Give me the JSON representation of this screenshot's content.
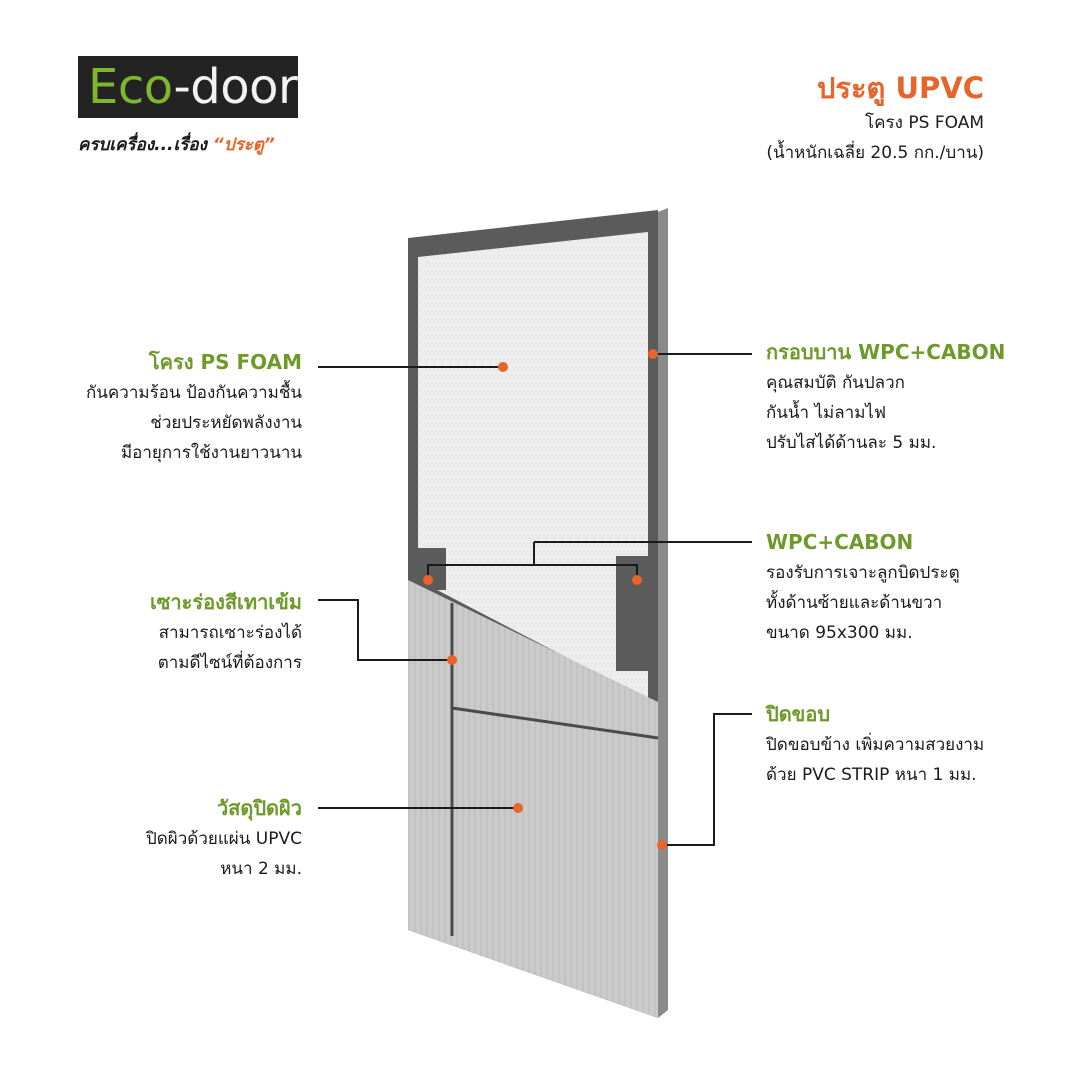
{
  "logo": {
    "eco": "Eco",
    "door": "-door",
    "tagline_main": "ครบเครื่อง...เรื่อง",
    "tagline_quote": "“ประตู”"
  },
  "header": {
    "title": "ประตู UPVC",
    "line1": "โครง PS FOAM",
    "line2": "(น้ำหนักเฉลี่ย 20.5 กก./บาน)"
  },
  "annotations": {
    "foam": {
      "title": "โครง PS FOAM",
      "lines": [
        "กันความร้อน ป้องกันความชื้น",
        "ช่วยประหยัดพลังงาน",
        "มีอายุการใช้งานยาวนาน"
      ]
    },
    "groove": {
      "title": "เซาะร่องสีเทาเข้ม",
      "lines": [
        "สามารถเซาะร่องได้",
        "ตามดีไซน์ที่ต้องการ"
      ]
    },
    "surface": {
      "title": "วัสดุปิดผิว",
      "lines": [
        "ปิดผิวด้วยแผ่น UPVC",
        "หนา 2 มม."
      ]
    },
    "frame": {
      "title": "กรอบบาน WPC+CABON",
      "lines": [
        "คุณสมบัติ กันปลวก",
        "กันน้ำ ไม่ลามไฟ",
        "ปรับไสได้ด้านละ 5 มม."
      ]
    },
    "block": {
      "title": "WPC+CABON",
      "lines": [
        "รองรับการเจาะลูกบิดประตู",
        "ทั้งด้านซ้ายและด้านขวา",
        "ขนาด 95x300 มม."
      ]
    },
    "edge": {
      "title": "ปิดขอบ",
      "lines": [
        "ปิดขอบข้าง เพิ่มความสวยงาม",
        "ด้วย PVC STRIP หนา 1 มม."
      ]
    }
  },
  "colors": {
    "accent_orange": "#e5652a",
    "title_green": "#6e9a2a",
    "logo_green": "#7fb62e",
    "frame_gray": "#5b5b5b",
    "foam": "#ececec",
    "laminate": "#c9c9c9"
  }
}
